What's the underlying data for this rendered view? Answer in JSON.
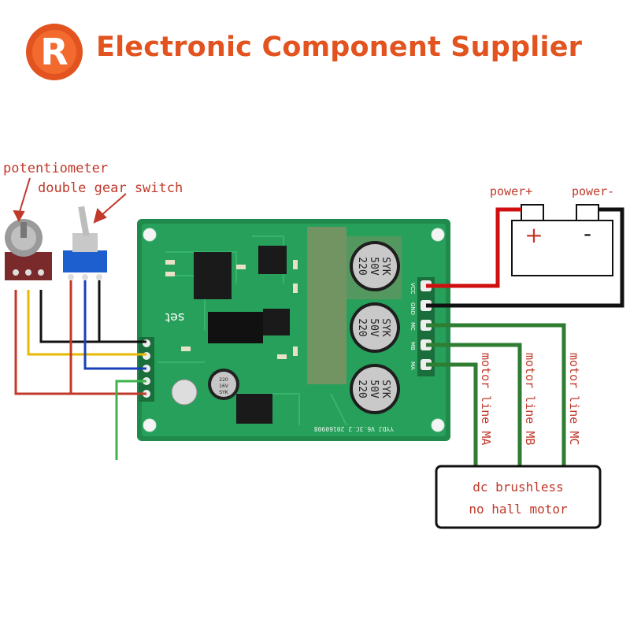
{
  "header": {
    "brand": "Electronic Component Supplier",
    "logo_letter": "R",
    "brand_color": "#e2531f"
  },
  "labels": {
    "potentiometer": "potentiometer",
    "switch": "double gear switch",
    "power_pos": "power+",
    "power_neg": "power-",
    "battery_plus": "+",
    "battery_minus": "-",
    "motor_a": "motor line MA",
    "motor_b": "motor line MB",
    "motor_c": "motor line MC",
    "motor_line1": "dc brushless",
    "motor_line2": "no hall motor"
  },
  "board": {
    "silkscreen_set": "set",
    "pins": [
      "VCC",
      "GND",
      "MC",
      "MB",
      "MA"
    ],
    "cap_text": [
      "SYK",
      "50V",
      "220"
    ],
    "small_cap": [
      "220",
      "16V",
      "SYK"
    ],
    "board_code": "YYDJ V6.3C.2 20160908"
  },
  "colors": {
    "annotation": "#c0392b",
    "wire_red": "#d01010",
    "wire_black": "#111111",
    "wire_green": "#2e7d32",
    "wire_yellow": "#e6b800",
    "wire_blue": "#1a3fb8",
    "wire_lightgreen": "#3cb44b",
    "pcb": "#1f8a4c"
  }
}
